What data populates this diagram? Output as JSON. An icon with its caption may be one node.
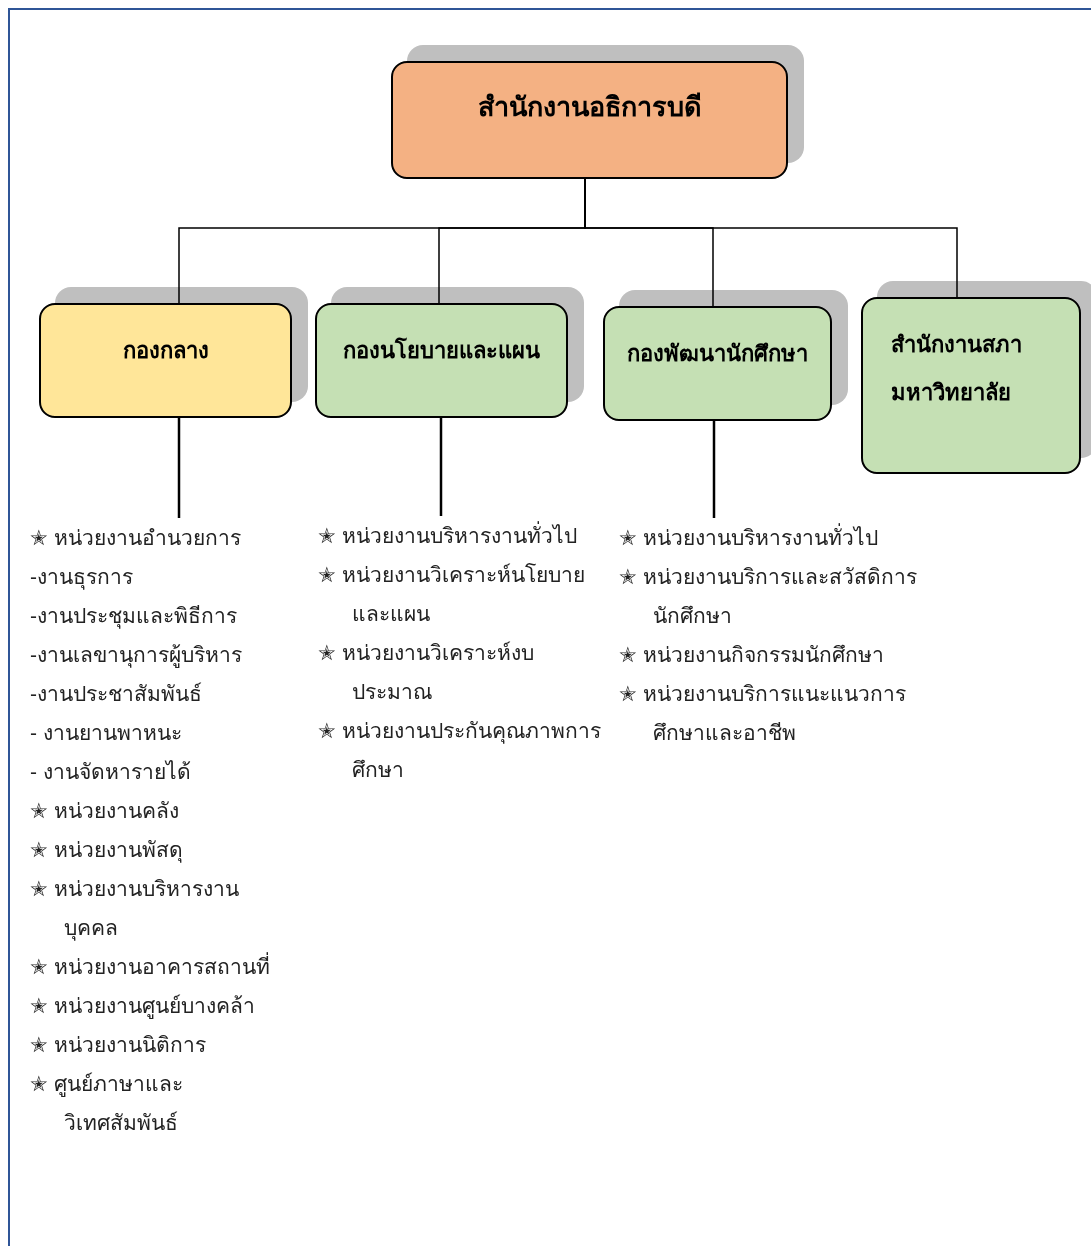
{
  "diagram": {
    "nodes": [
      {
        "text": [
          "สำนักงานอธิการบดี"
        ]
      },
      {
        "text": [
          "กองกลาง"
        ]
      },
      {
        "text": [
          "กองนโยบายและแผน"
        ]
      },
      {
        "text": [
          "กองพัฒนานักศึกษา"
        ]
      },
      {
        "text": [
          "สำนักงานสภามหาวิทยาลัย"
        ]
      },
      {
        "text": [
          "✭ หน่วยงานอำนวยการ",
          "-งานธุรการ",
          "-งานประชุมและพิธีการ",
          "-งานเลขานุการผู้บริหาร",
          "-งานประชาสัมพันธ์",
          "- งานยานพาหนะ",
          "- งานจัดหารายได้",
          "✭ หน่วยงานคลัง",
          "✭ หน่วยงานพัสดุ",
          "✭ หน่วยงานบริหารงานบุคคล",
          "✭ หน่วยงานอาคารสถานที่",
          "✭ หน่วยงานศูนย์บางคล้า",
          "✭ หน่วยงานนิติการ",
          "✭ ศูนย์ภาษาและวิเทศสัมพันธ์"
        ]
      },
      {
        "text": [
          "✭ หน่วยงานบริหารงานทั่วไป",
          "✭ หน่วยงานวิเคราะห์นโยบายและแผน",
          "✭ หน่วยงานวิเคราะห์งบประมาณ",
          "✭ หน่วยงานประกันคุณภาพการศึกษา"
        ]
      },
      {
        "text": [
          "✭ หน่วยงานบริหารงานทั่วไป",
          "✭ หน่วยงานบริการและสวัสดิการนักศึกษา",
          "✭ หน่วยงานกิจกรรมนักศึกษา",
          "✭ หน่วยงานบริการแนะแนวการศึกษาและอาชีพ"
        ]
      }
    ],
    "edges": [
      {
        "from": 0,
        "to": 1,
        "arrow": "none"
      },
      {
        "from": 0,
        "to": 2,
        "arrow": "none"
      },
      {
        "from": 0,
        "to": 3,
        "arrow": "none"
      },
      {
        "from": 0,
        "to": 4,
        "arrow": "none"
      },
      {
        "from": 1,
        "to": 5,
        "arrow": "none"
      },
      {
        "from": 2,
        "to": 6,
        "arrow": "none"
      },
      {
        "from": 3,
        "to": 7,
        "arrow": "none"
      }
    ]
  }
}
